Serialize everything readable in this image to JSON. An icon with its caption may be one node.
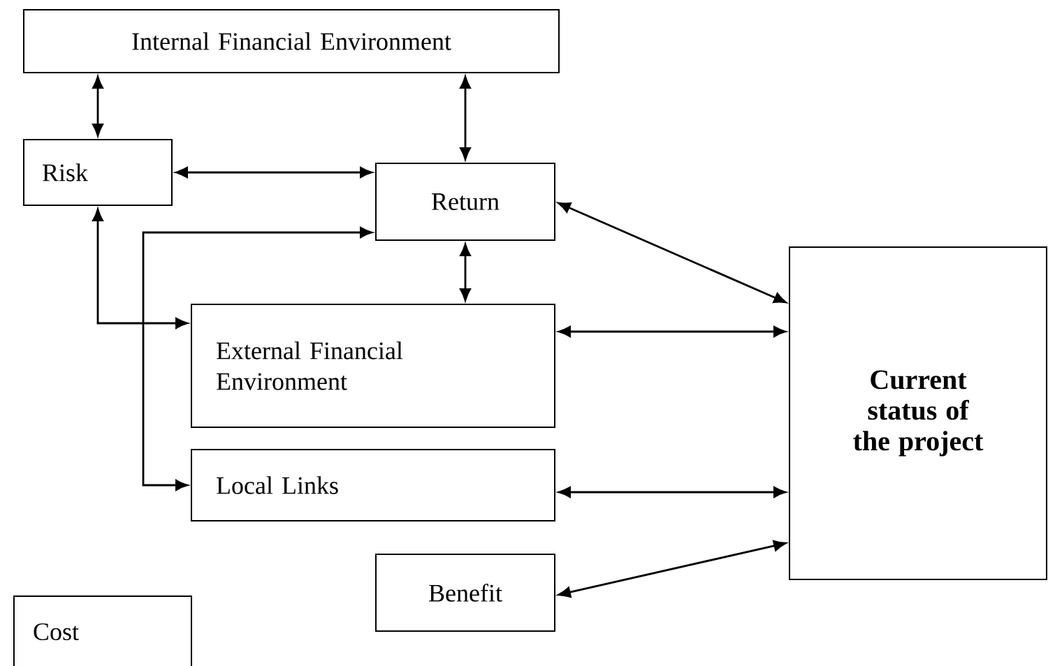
{
  "diagram": {
    "nodes": [
      {
        "text": [
          "Internal Financial Environment"
        ]
      },
      {
        "text": [
          "Risk"
        ]
      },
      {
        "text": [
          "Return"
        ]
      },
      {
        "text": [
          "External Financial Environment"
        ]
      },
      {
        "text": [
          "Local Links"
        ]
      },
      {
        "text": [
          "Current status of the project"
        ]
      },
      {
        "text": [
          "Benefit"
        ]
      },
      {
        "text": [
          "Cost"
        ]
      }
    ],
    "edges": [
      {
        "from": 0,
        "to": 1,
        "arrow": "both"
      },
      {
        "from": 0,
        "to": 2,
        "arrow": "both"
      },
      {
        "from": 1,
        "to": 2,
        "arrow": "both"
      },
      {
        "from": 1,
        "to": 3,
        "arrow": "both"
      },
      {
        "from": 4,
        "to": 2,
        "arrow": "both"
      },
      {
        "from": 2,
        "to": 3,
        "arrow": "both"
      },
      {
        "from": 2,
        "to": 5,
        "arrow": "both"
      },
      {
        "from": 3,
        "to": 5,
        "arrow": "both"
      },
      {
        "from": 4,
        "to": 5,
        "arrow": "both"
      },
      {
        "from": 6,
        "to": 5,
        "arrow": "both"
      }
    ]
  }
}
